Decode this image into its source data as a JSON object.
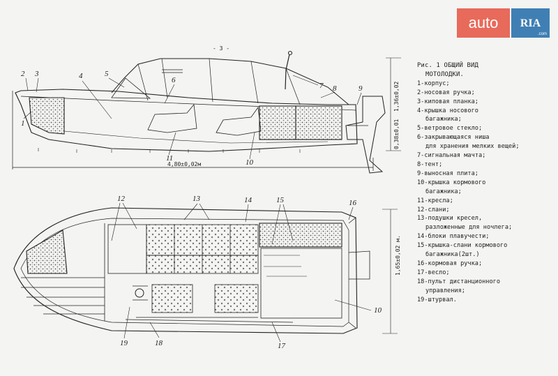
{
  "sheet_number": "- 3 -",
  "caption_title": [
    "Рис. 1  ОБЩИЙ ВИД",
    "МОТОЛОДКИ."
  ],
  "legend": [
    "1-корпус;",
    "2-носовая ручка;",
    "3-киповая планка;",
    [
      "4-крышка носового",
      "багажника;"
    ],
    "5-ветровое стекло;",
    [
      "6-закрывающаяся ниша",
      "для хранения мелких вещей;"
    ],
    "7-сигнальная мачта;",
    "8-тент;",
    "9-выносная плита;",
    [
      "10-крышка кормового",
      "багажника;"
    ],
    "11-кресла;",
    "12-слани;",
    [
      "13-подушки кресел,",
      "разложенные для ночлега;"
    ],
    "14-блоки плавучести;",
    [
      "15-крышка-слани кормового",
      "багажника(2шт.)"
    ],
    "16-кормовая ручка;",
    "17-весло;",
    [
      "18-пульт дистанционного",
      "управления;"
    ],
    "19-штурвал."
  ],
  "dimensions": {
    "length": "4,80±0,02м",
    "height": "1,36±0,02",
    "draft": "0,38±0,01",
    "width": "1,65±0,02 м."
  },
  "side_view_labels": [
    "2",
    "3",
    "1",
    "4",
    "5",
    "6",
    "7",
    "8",
    "9",
    "11",
    "10"
  ],
  "top_view_labels": [
    "12",
    "13",
    "14",
    "15",
    "16",
    "19",
    "18",
    "17",
    "10"
  ],
  "watermark": {
    "brand": "auto",
    "brand2": "RIA",
    "domain": ".com",
    "brand_color": "#e86a5b",
    "brand2_color": "#3f7fb4"
  }
}
